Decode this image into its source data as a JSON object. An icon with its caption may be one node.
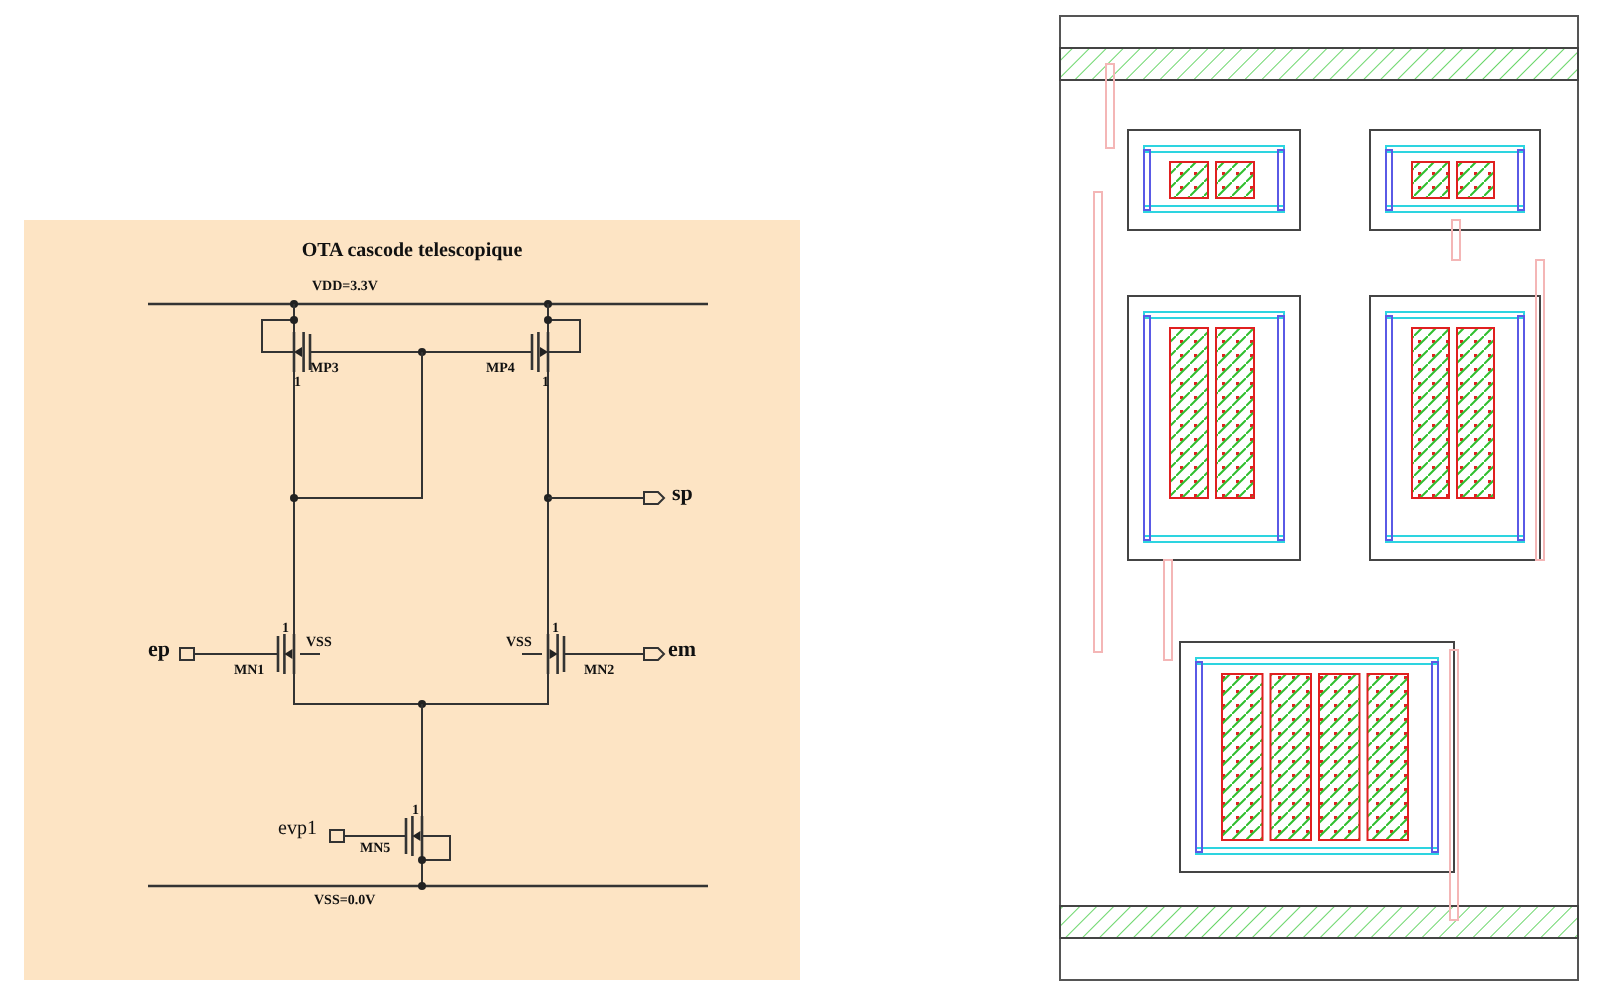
{
  "diagram": {
    "title": "OTA cascode telescopique",
    "labels": [
      "VDD=3.3V",
      "MP3",
      "1",
      "MP4",
      "1",
      "sp",
      "1",
      "VSS",
      "ep",
      "MN1",
      "VSS",
      "1",
      "MN2",
      "em",
      "1",
      "evp1",
      "MN5",
      "VSS=0.0V"
    ]
  }
}
